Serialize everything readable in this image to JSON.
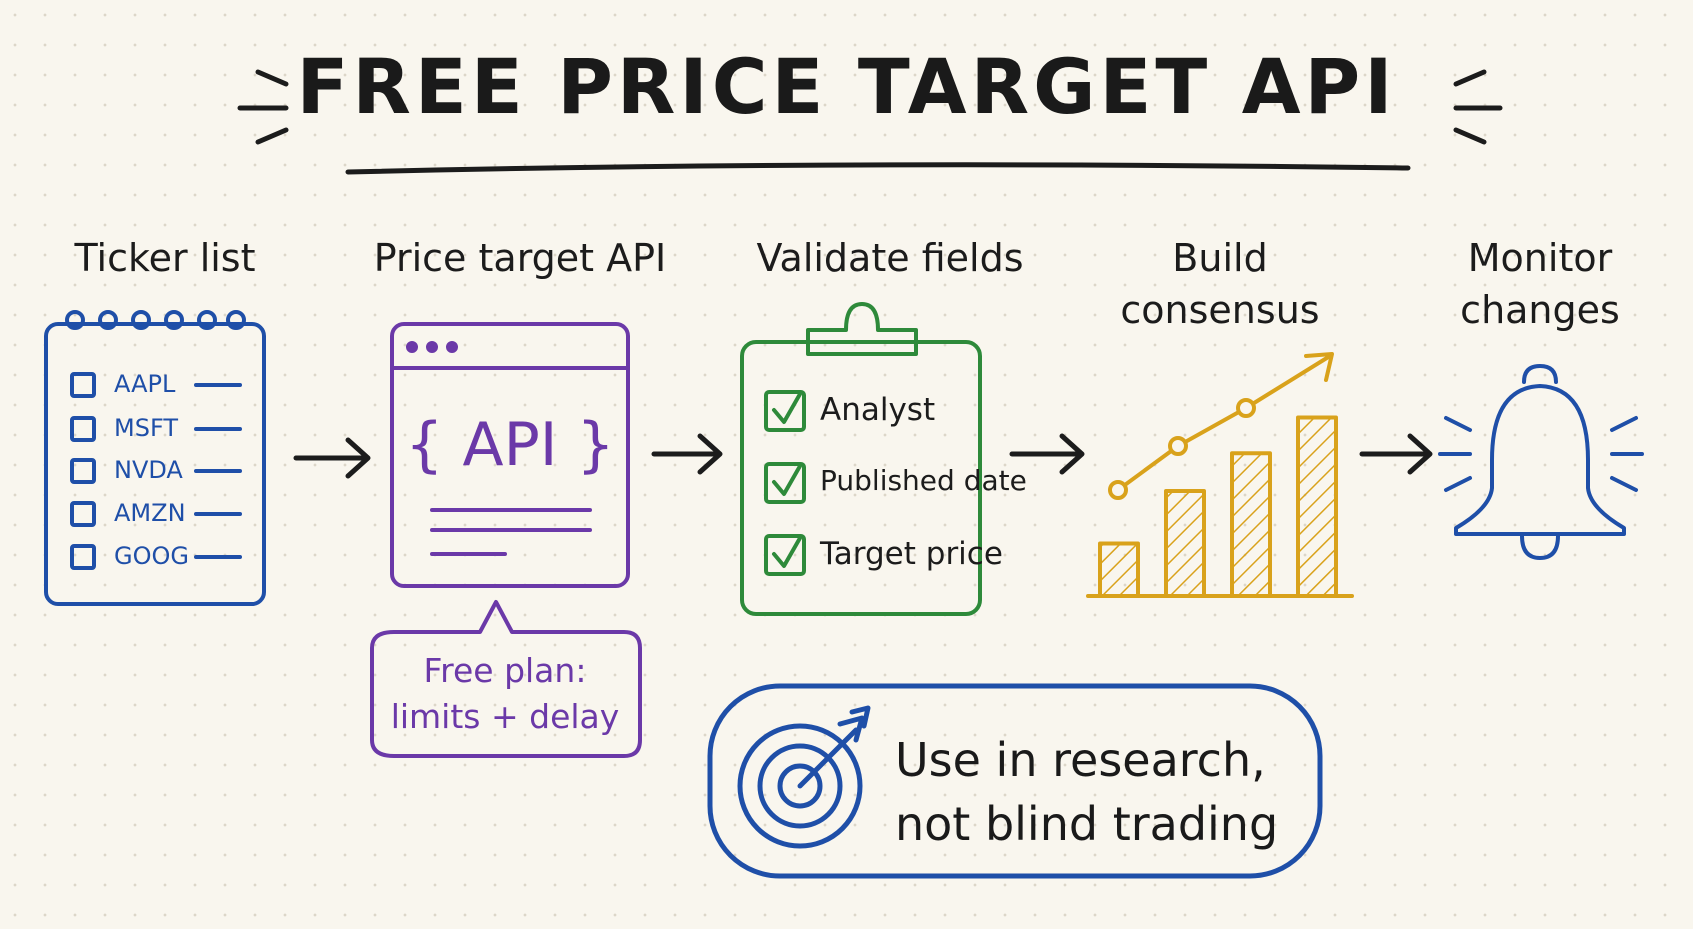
{
  "title": "FREE PRICE TARGET API",
  "steps": [
    {
      "label": "Ticker list"
    },
    {
      "label": "Price target API"
    },
    {
      "label": "Validate fields"
    },
    {
      "label_line1": "Build",
      "label_line2": "consensus"
    },
    {
      "label_line1": "Monitor",
      "label_line2": "changes"
    }
  ],
  "tickers": [
    "AAPL",
    "MSFT",
    "NVDA",
    "AMZN",
    "GOOG"
  ],
  "api_label": "{ API }",
  "api_text": "API",
  "plan_note": {
    "line1": "Free plan:",
    "line2": "limits + delay"
  },
  "checklist": [
    "Analyst",
    "Published date",
    "Target price"
  ],
  "bottom_note": {
    "line1": "Use in research,",
    "line2": "not blind trading"
  },
  "chart_bars": [
    0.25,
    0.5,
    0.68,
    0.85
  ],
  "colors": {
    "blue": "#1f4fa8",
    "purple": "#6b39a8",
    "green": "#2e8a3a",
    "gold": "#d9a21b",
    "ink": "#1c1c1c"
  }
}
